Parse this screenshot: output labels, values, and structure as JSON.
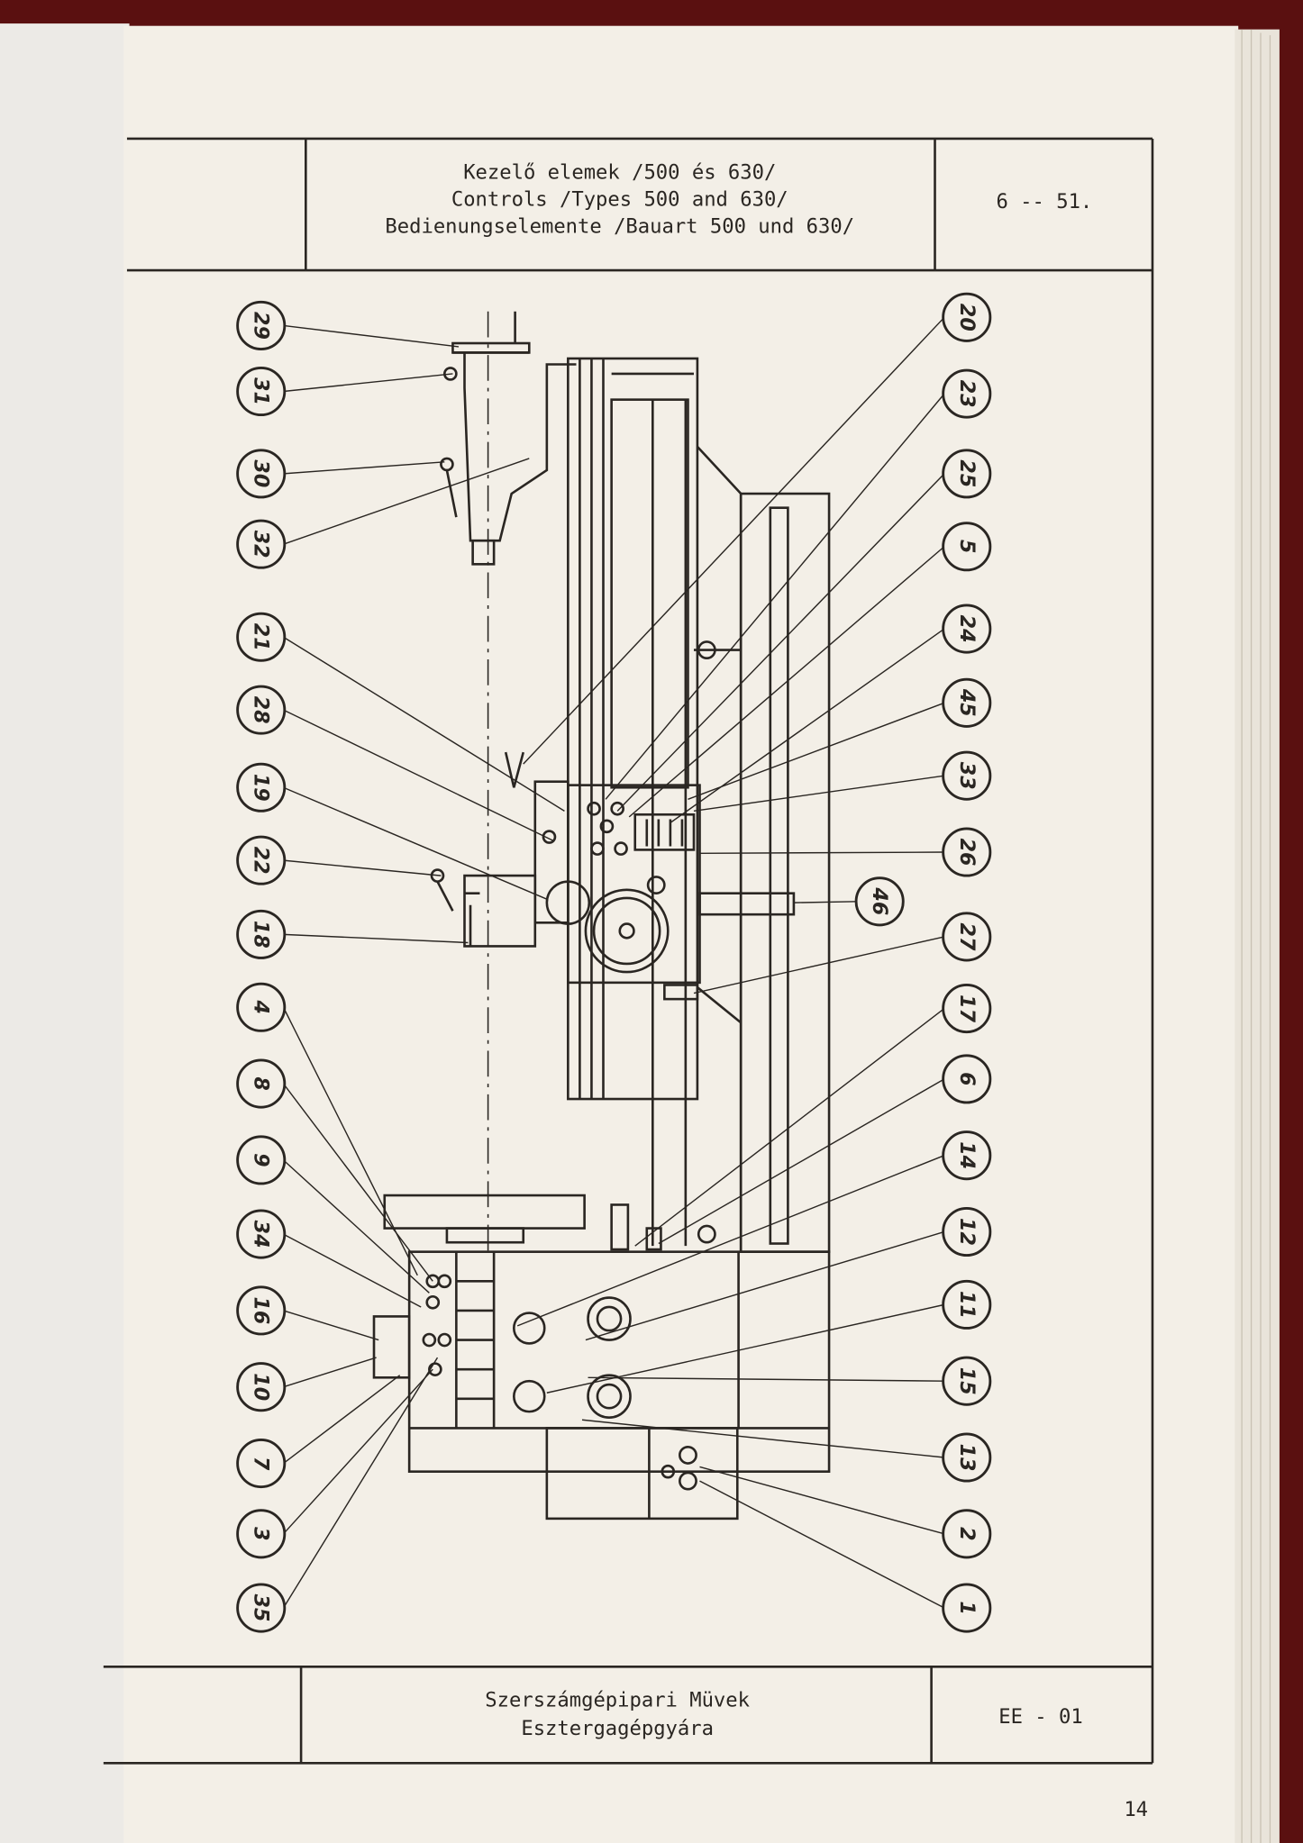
{
  "header": {
    "title_hu": "Kezelő elemek /500 és 630/",
    "title_en": "Controls /Types 500 and 630/",
    "title_de": "Bedienungselemente /Bauart 500 und 630/",
    "sheet_number": "6 -- 51."
  },
  "callouts": {
    "left": [
      "29",
      "31",
      "30",
      "32",
      "21",
      "28",
      "19",
      "22",
      "18",
      "4",
      "8",
      "9",
      "34",
      "16",
      "10",
      "7",
      "3",
      "35"
    ],
    "right": [
      "20",
      "23",
      "25",
      "5",
      "24",
      "45",
      "33",
      "26",
      "46",
      "27",
      "17",
      "6",
      "14",
      "12",
      "11",
      "15",
      "13",
      "2",
      "1"
    ]
  },
  "footer": {
    "company_line1": "Szerszámgépipari Müvek",
    "company_line2": "Esztergagépgyára",
    "doc_code": "EE - 01"
  },
  "page_number": "14",
  "colors": {
    "paper": "#f3efe7",
    "ink": "#2a2622",
    "binding": "#5a1010"
  }
}
